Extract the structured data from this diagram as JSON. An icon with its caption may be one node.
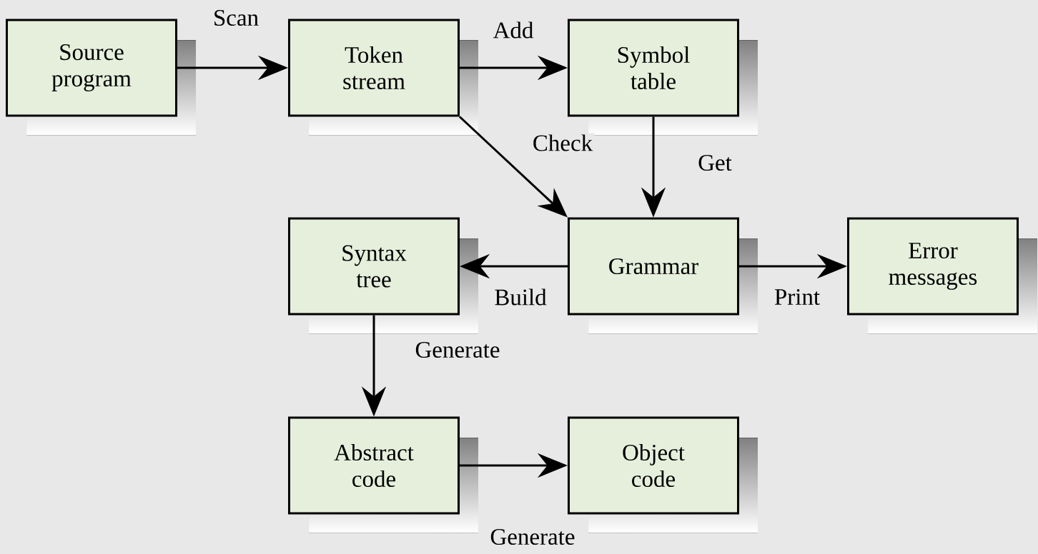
{
  "diagram": {
    "nodes": [
      {
        "text": [
          "Source program"
        ]
      },
      {
        "text": [
          "Token stream"
        ]
      },
      {
        "text": [
          "Symbol table"
        ]
      },
      {
        "text": [
          "Syntax tree"
        ]
      },
      {
        "text": [
          "Grammar"
        ]
      },
      {
        "text": [
          "Error messages"
        ]
      },
      {
        "text": [
          "Abstract code"
        ]
      },
      {
        "text": [
          "Object code"
        ]
      }
    ],
    "edges": [
      {
        "from": 0,
        "to": 1,
        "arrow": "to",
        "label": "Scan"
      },
      {
        "from": 1,
        "to": 2,
        "arrow": "to",
        "label": "Add"
      },
      {
        "from": 1,
        "to": 4,
        "arrow": "to",
        "label": "Check"
      },
      {
        "from": 2,
        "to": 4,
        "arrow": "to",
        "label": "Get"
      },
      {
        "from": 4,
        "to": 3,
        "arrow": "to",
        "label": "Build"
      },
      {
        "from": 4,
        "to": 5,
        "arrow": "to",
        "label": "Print"
      },
      {
        "from": 3,
        "to": 6,
        "arrow": "to",
        "label": "Generate"
      },
      {
        "from": 6,
        "to": 7,
        "arrow": "to",
        "label": "Generate"
      }
    ]
  }
}
